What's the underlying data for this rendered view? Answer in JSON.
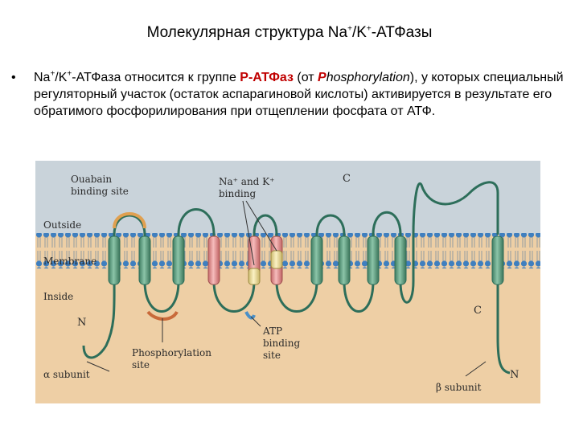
{
  "slide": {
    "title": {
      "part1": "Молекулярная структура Na",
      "sup1": "+",
      "part2": "/K",
      "sup2": "+",
      "part3": "-АТФазы"
    },
    "bullet": {
      "marker": "•",
      "t1": "Na",
      "sup1": "+",
      "t2": "/K",
      "sup2": "+",
      "t3": "-АТФаза относится к группе ",
      "highlight": "Р-АТФаз",
      "t4": " (от ",
      "italic_p": "P",
      "italic_rest": "hosphorylation",
      "t5": "), у которых специальный регуляторный участок (остаток аспарагиновой кислоты) активируется в результате его обратимого фосфорилирования при отщеплении фосфата от АТФ."
    }
  },
  "figure": {
    "labels": {
      "ouabain_1": "Ouabain",
      "ouabain_2": "binding site",
      "na_k_1": "Na⁺ and K⁺",
      "na_k_2": "binding",
      "c_top": "C",
      "outside": "Outside",
      "membrane": "Membrane",
      "inside": "Inside",
      "n_alpha": "N",
      "atp_1": "ATP",
      "atp_2": "binding",
      "atp_3": "site",
      "phos_1": "Phosphorylation",
      "phos_2": "site",
      "alpha": "α subunit",
      "c_beta": "C",
      "n_beta": "N",
      "beta": "β subunit"
    },
    "colors": {
      "outside_bg": "#c9d3da",
      "inside_bg": "#eecfa5",
      "lipid_head": "#3f7fbf",
      "helix_green": "#6aa889",
      "helix_pink": "#e79c9c",
      "helix_yellow": "#efe2a2",
      "chain": "#2d6e5a",
      "ouabain_site": "#e0a050",
      "phos_site": "#c96a3a",
      "atp_site": "#4a90c8"
    }
  }
}
